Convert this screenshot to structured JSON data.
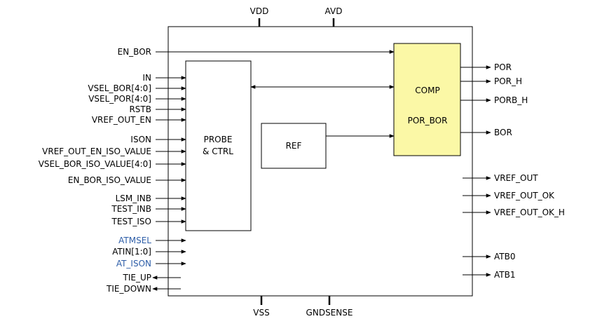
{
  "top_pins": [
    "VDD",
    "AVD"
  ],
  "bottom_pins": [
    "VSS",
    "GNDSENSE"
  ],
  "blocks": {
    "probe": [
      "PROBE",
      "& CTRL"
    ],
    "ref": "REF",
    "comp": [
      "COMP",
      "POR_BOR"
    ]
  },
  "inputs_left": [
    {
      "label": "EN_BOR",
      "dir": "in"
    },
    {
      "label": "IN",
      "dir": "in"
    },
    {
      "label": "VSEL_BOR[4:0]",
      "dir": "in"
    },
    {
      "label": "VSEL_POR[4:0]",
      "dir": "in"
    },
    {
      "label": "RSTB",
      "dir": "in"
    },
    {
      "label": "VREF_OUT_EN",
      "dir": "in"
    },
    {
      "label": "ISON",
      "dir": "in"
    },
    {
      "label": "VREF_OUT_EN_ISO_VALUE",
      "dir": "in"
    },
    {
      "label": "VSEL_BOR_ISO_VALUE[4:0]",
      "dir": "in"
    },
    {
      "label": "EN_BOR_ISO_VALUE",
      "dir": "in"
    },
    {
      "label": "LSM_INB",
      "dir": "in"
    },
    {
      "label": "TEST_INB",
      "dir": "in"
    },
    {
      "label": "TEST_ISO",
      "dir": "in"
    },
    {
      "label": "ATMSEL",
      "dir": "in",
      "color": "#2e5ea8"
    },
    {
      "label": "ATIN[1:0]",
      "dir": "in"
    },
    {
      "label": "AT_ISON",
      "dir": "in",
      "color": "#2e5ea8"
    },
    {
      "label": "TIE_UP",
      "dir": "out"
    },
    {
      "label": "TIE_DOWN",
      "dir": "out"
    }
  ],
  "outputs_right": [
    "POR",
    "POR_H",
    "PORB_H",
    "BOR",
    "VREF_OUT",
    "VREF_OUT_OK",
    "VREF_OUT_OK_H",
    "ATB0",
    "ATB1"
  ],
  "colors": {
    "comp_fill": "#fbf8a6",
    "highlight_text": "#2e5ea8"
  }
}
